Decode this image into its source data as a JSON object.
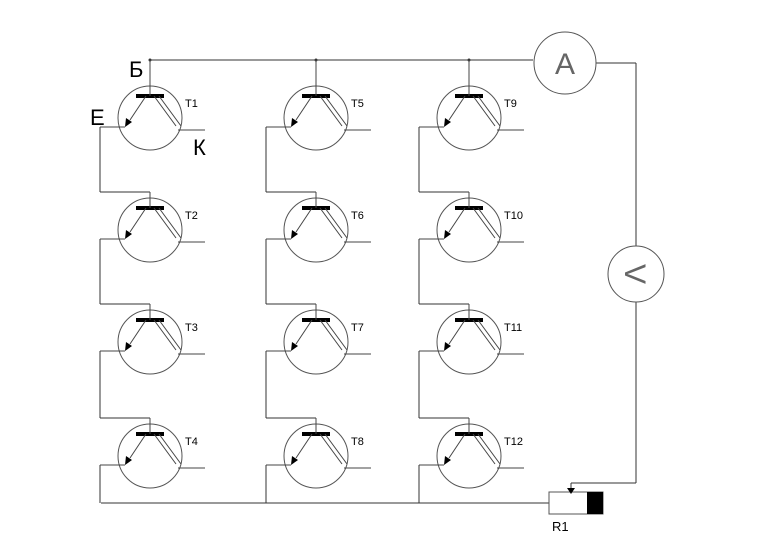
{
  "pins": {
    "base": "Б",
    "emitter": "Е",
    "collector": "К"
  },
  "ammeter": {
    "symbol": "A"
  },
  "voltmeter": {
    "symbol": "V"
  },
  "resistor": {
    "label": "R1"
  },
  "columns": [
    {
      "transistors": [
        "T1",
        "T2",
        "T3",
        "T4"
      ]
    },
    {
      "transistors": [
        "T5",
        "T6",
        "T7",
        "T8"
      ]
    },
    {
      "transistors": [
        "T9",
        "T10",
        "T11",
        "T12"
      ]
    }
  ]
}
